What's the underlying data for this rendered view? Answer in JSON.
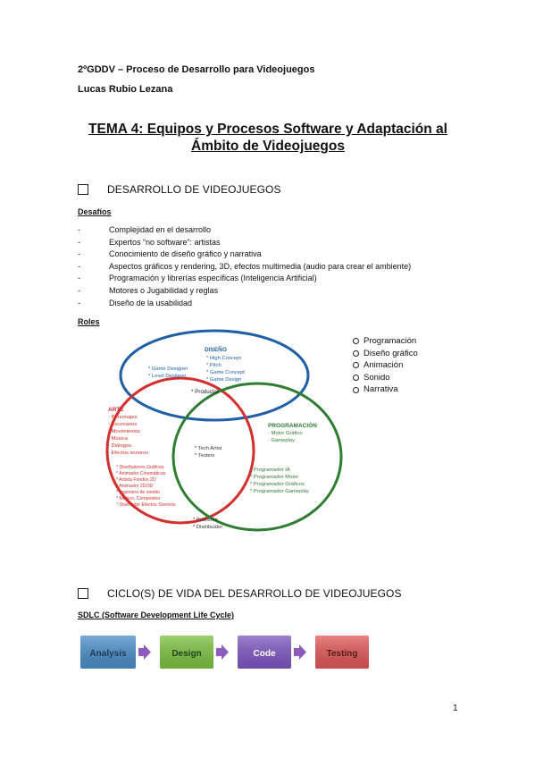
{
  "header": {
    "line1": "2ºGDDV – Proceso de Desarrollo para Videojuegos",
    "line2": "Lucas Rubio Lezana"
  },
  "title": {
    "line1": "TEMA 4: Equipos y Procesos Software y Adaptación al",
    "line2": "Ámbito de Videojuegos"
  },
  "section1": {
    "heading": "DESARROLLO DE VIDEOJUEGOS",
    "desafios_label": "Desafíos",
    "desafios": [
      "Complejidad en el desarrollo",
      "Expertos “no software”: artistas",
      "Conocimiento de diseño gráfico y narrativa",
      "Aspectos gráficos y rendering, 3D, efectos multimedia (audio para crear el ambiente)",
      "Programación y librerías específicas (Inteligencia Artificial)",
      "Motores o Jugabilidad y reglas",
      "Diseño de la usabilidad"
    ],
    "roles_label": "Roles",
    "roles_list": [
      "Programación",
      "Diseño gráfico",
      "Animación",
      "Sonido",
      "Narrativa"
    ]
  },
  "venn": {
    "colors": {
      "diseno": "#1f5fa8",
      "arte": "#d32f2f",
      "programacion": "#2e7d32"
    },
    "diseno_title": "DISEÑO",
    "diseno_items": [
      "* High Concept",
      "* Pitch",
      "* Game Concept",
      "* Game Design"
    ],
    "diseno_arte_items": [
      "* Game Designer",
      "* Level Designer"
    ],
    "center_item": "* Productor",
    "arte_title": "ARTE",
    "arte_items": [
      "- Personajes",
      "- Escenarios",
      "- Movimientos",
      "- Música",
      "- Diálogos",
      "- Efectos sonoros"
    ],
    "arte_prog_items": [
      "* Tech Artist",
      "* Testers"
    ],
    "arte_lower_items": [
      "* Diseñadores Gráficos",
      "* Animador Cinemáticas",
      "* Artista Fondos 2D",
      "* Animador 2D/3D",
      "* Ingeniero de sonido",
      "* Músico, Compositor",
      "* Diseñador Efectos Sonoros"
    ],
    "prog_title": "PROGRAMACIÓN",
    "prog_items": [
      "- Motor Gráfico",
      "- Gameplay"
    ],
    "prog_lower_items": [
      "* Programador IA",
      "* Programador Motor",
      "* Programador Gráficos",
      "* Programador Gameplay"
    ],
    "bottom_items": [
      "* Publisher",
      "* Distribuidor"
    ]
  },
  "section2": {
    "heading": "CICLO(S) DE VIDA DEL DESARROLLO DE VIDEOJUEGOS",
    "sdlc_label": "SDLC (Software Development Life Cycle)",
    "steps": [
      {
        "label": "Analysis",
        "color": "#4a8fc7"
      },
      {
        "label": "Design",
        "color": "#7dc242"
      },
      {
        "label": "Code",
        "color": "#7e57c2"
      },
      {
        "label": "Testing",
        "color": "#e05858"
      }
    ],
    "arrow_color": "#8e5bbd"
  },
  "page_number": "1"
}
